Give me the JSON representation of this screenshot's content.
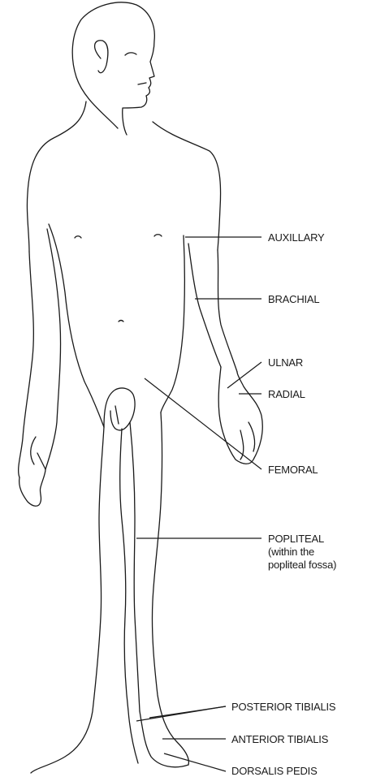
{
  "labels": {
    "auxillary": "AUXILLARY",
    "brachial": "BRACHIAL",
    "ulnar": "ULNAR",
    "radial": "RADIAL",
    "femoral": "FEMORAL",
    "popliteal_1": "POPLITEAL",
    "popliteal_2": "(within the",
    "popliteal_3": "popliteal fossa)",
    "posterior_tibialis": "POSTERIOR TIBIALIS",
    "anterior_tibialis": "ANTERIOR TIBIALIS",
    "dorsalis_pedis": "DORSALIS PEDIS"
  },
  "colors": {
    "ink": "#1a1a1a",
    "background": "#ffffff"
  }
}
